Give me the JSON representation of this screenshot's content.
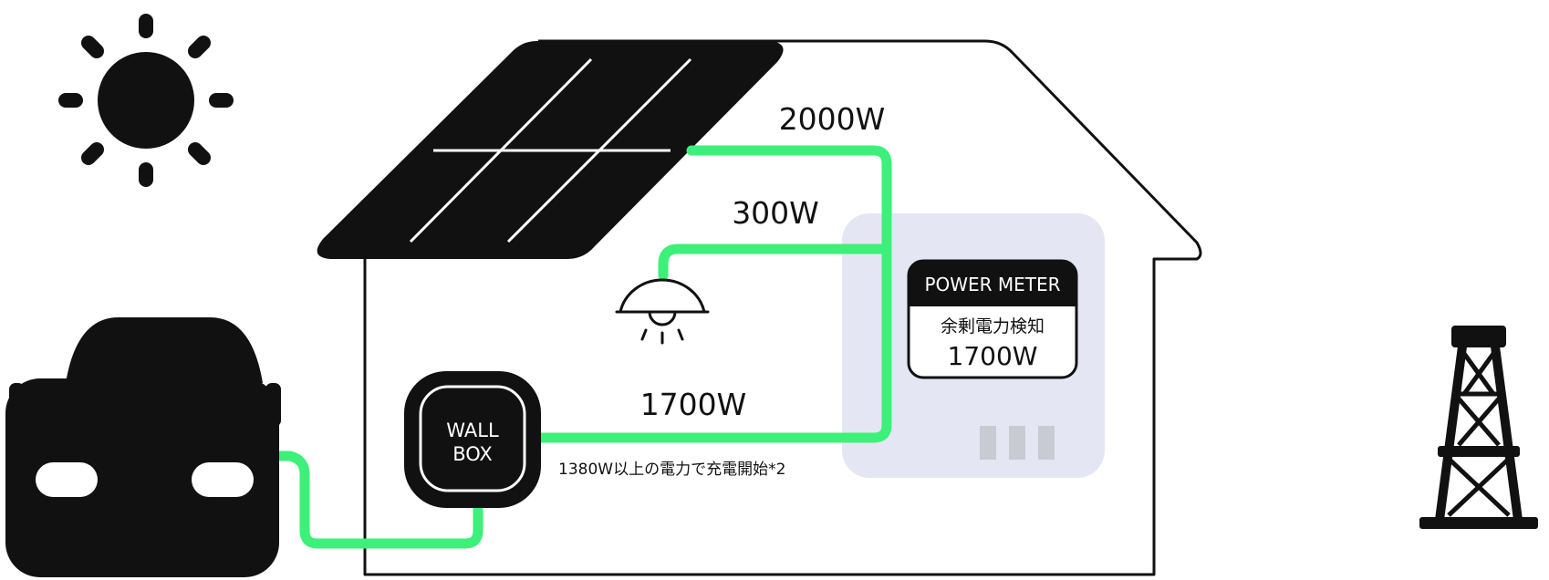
{
  "labels": {
    "solar_output": "2000W",
    "light_consumption": "300W",
    "wallbox_supply": "1700W",
    "charge_note": "1380W以上の電力で充電開始*2"
  },
  "wallbox": {
    "line1": "WALL",
    "line2": "BOX"
  },
  "power_meter": {
    "title": "POWER METER",
    "subtitle": "余剰電力検知",
    "value": "1700W"
  },
  "colors": {
    "power_line": "#3df07a",
    "meter_panel": "#e4e6f4",
    "ink": "#111111"
  },
  "icons": [
    "sun-icon",
    "car-icon",
    "house-icon",
    "solar-panel-icon",
    "ceiling-lamp-icon",
    "wallbox-icon",
    "power-meter-icon",
    "transmission-tower-icon"
  ]
}
